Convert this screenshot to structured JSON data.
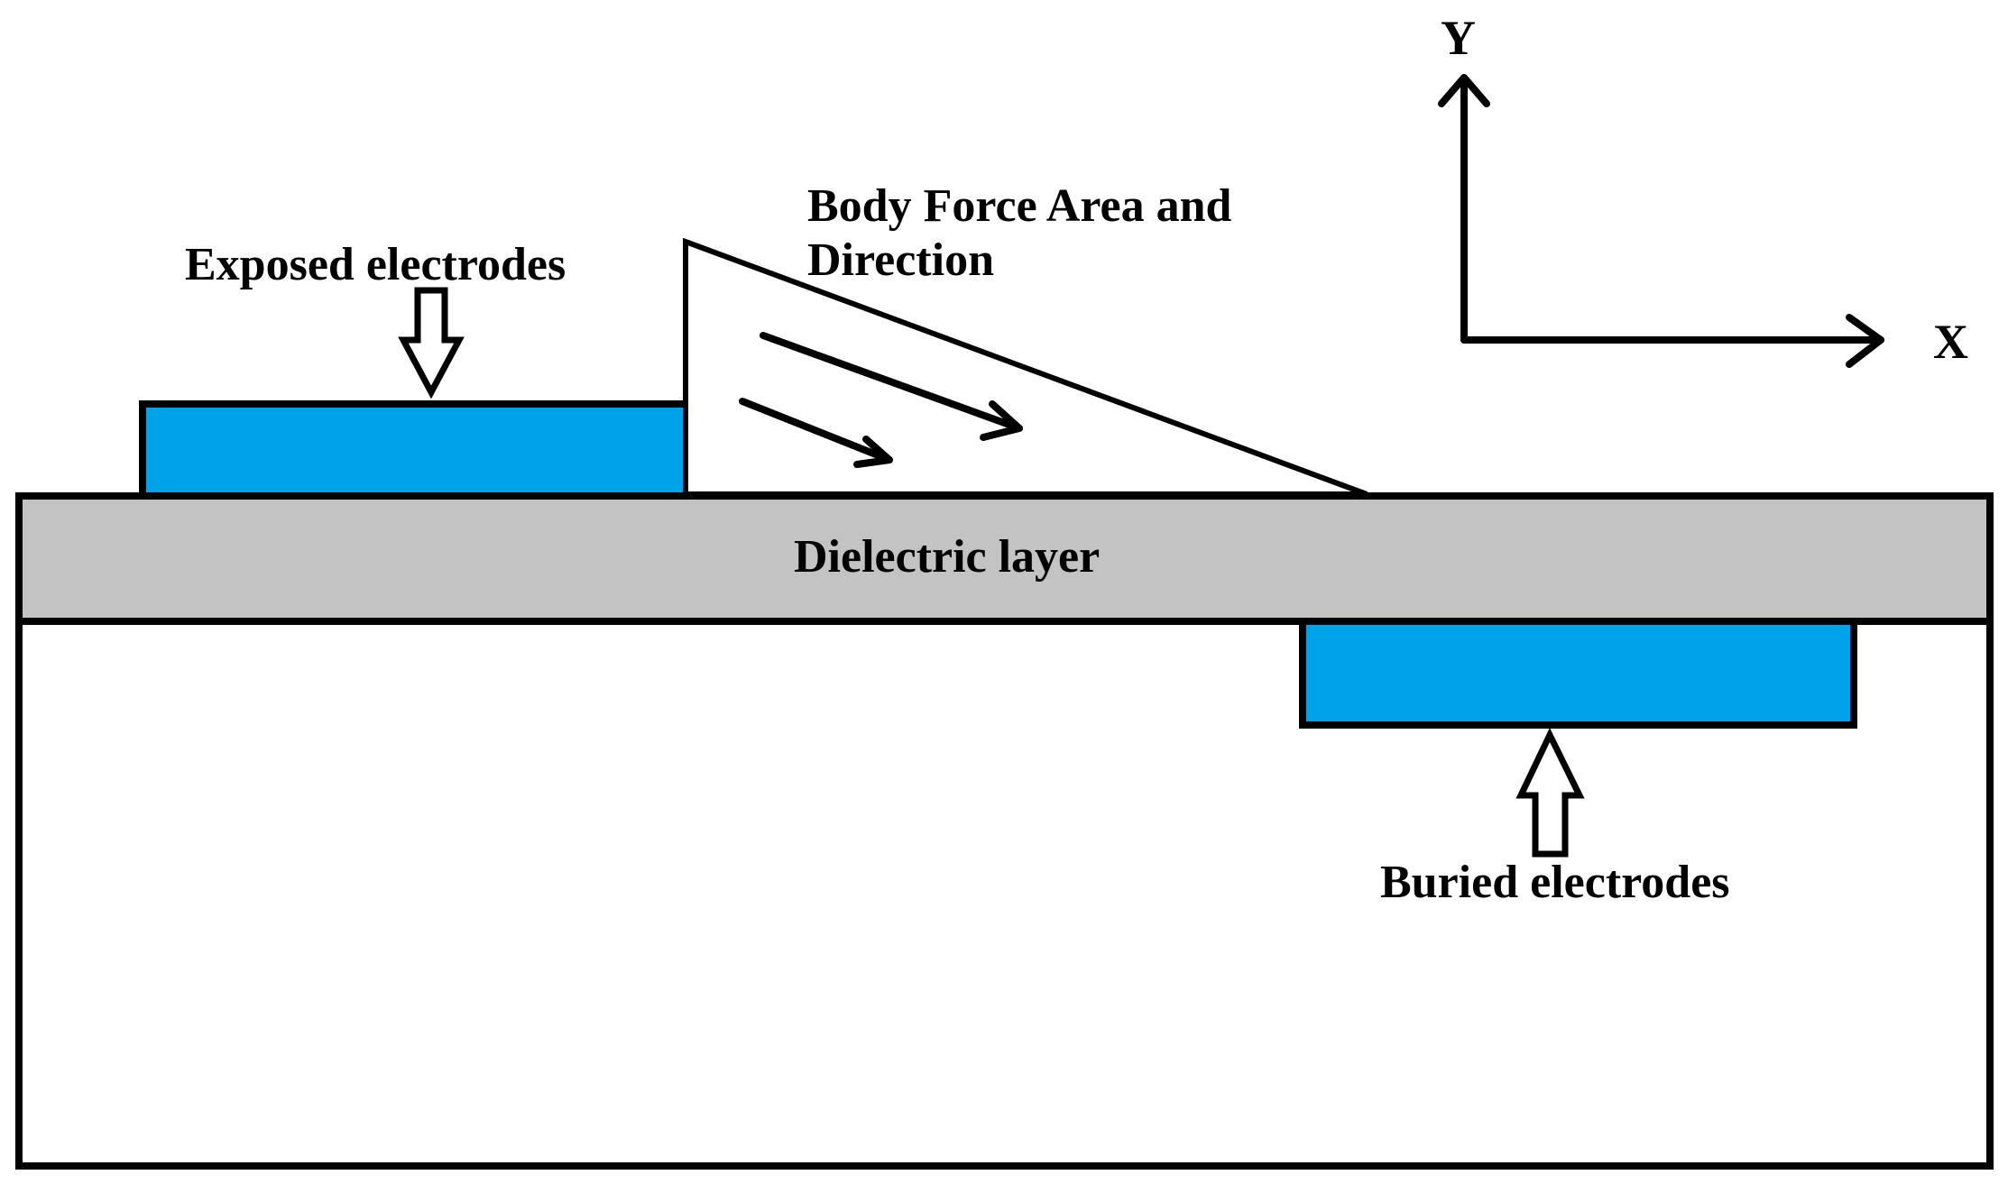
{
  "labels": {
    "exposed_electrodes": "Exposed electrodes",
    "body_force_line1": "Body Force Area and",
    "body_force_line2": "Direction",
    "dielectric_layer": "Dielectric layer",
    "buried_electrodes": "Buried electrodes",
    "axis_x": "X",
    "axis_y": "Y"
  },
  "colors": {
    "electrode": "#00a2e8",
    "dielectric": "#c3c3c3",
    "outline": "#000000",
    "background": "#ffffff"
  }
}
